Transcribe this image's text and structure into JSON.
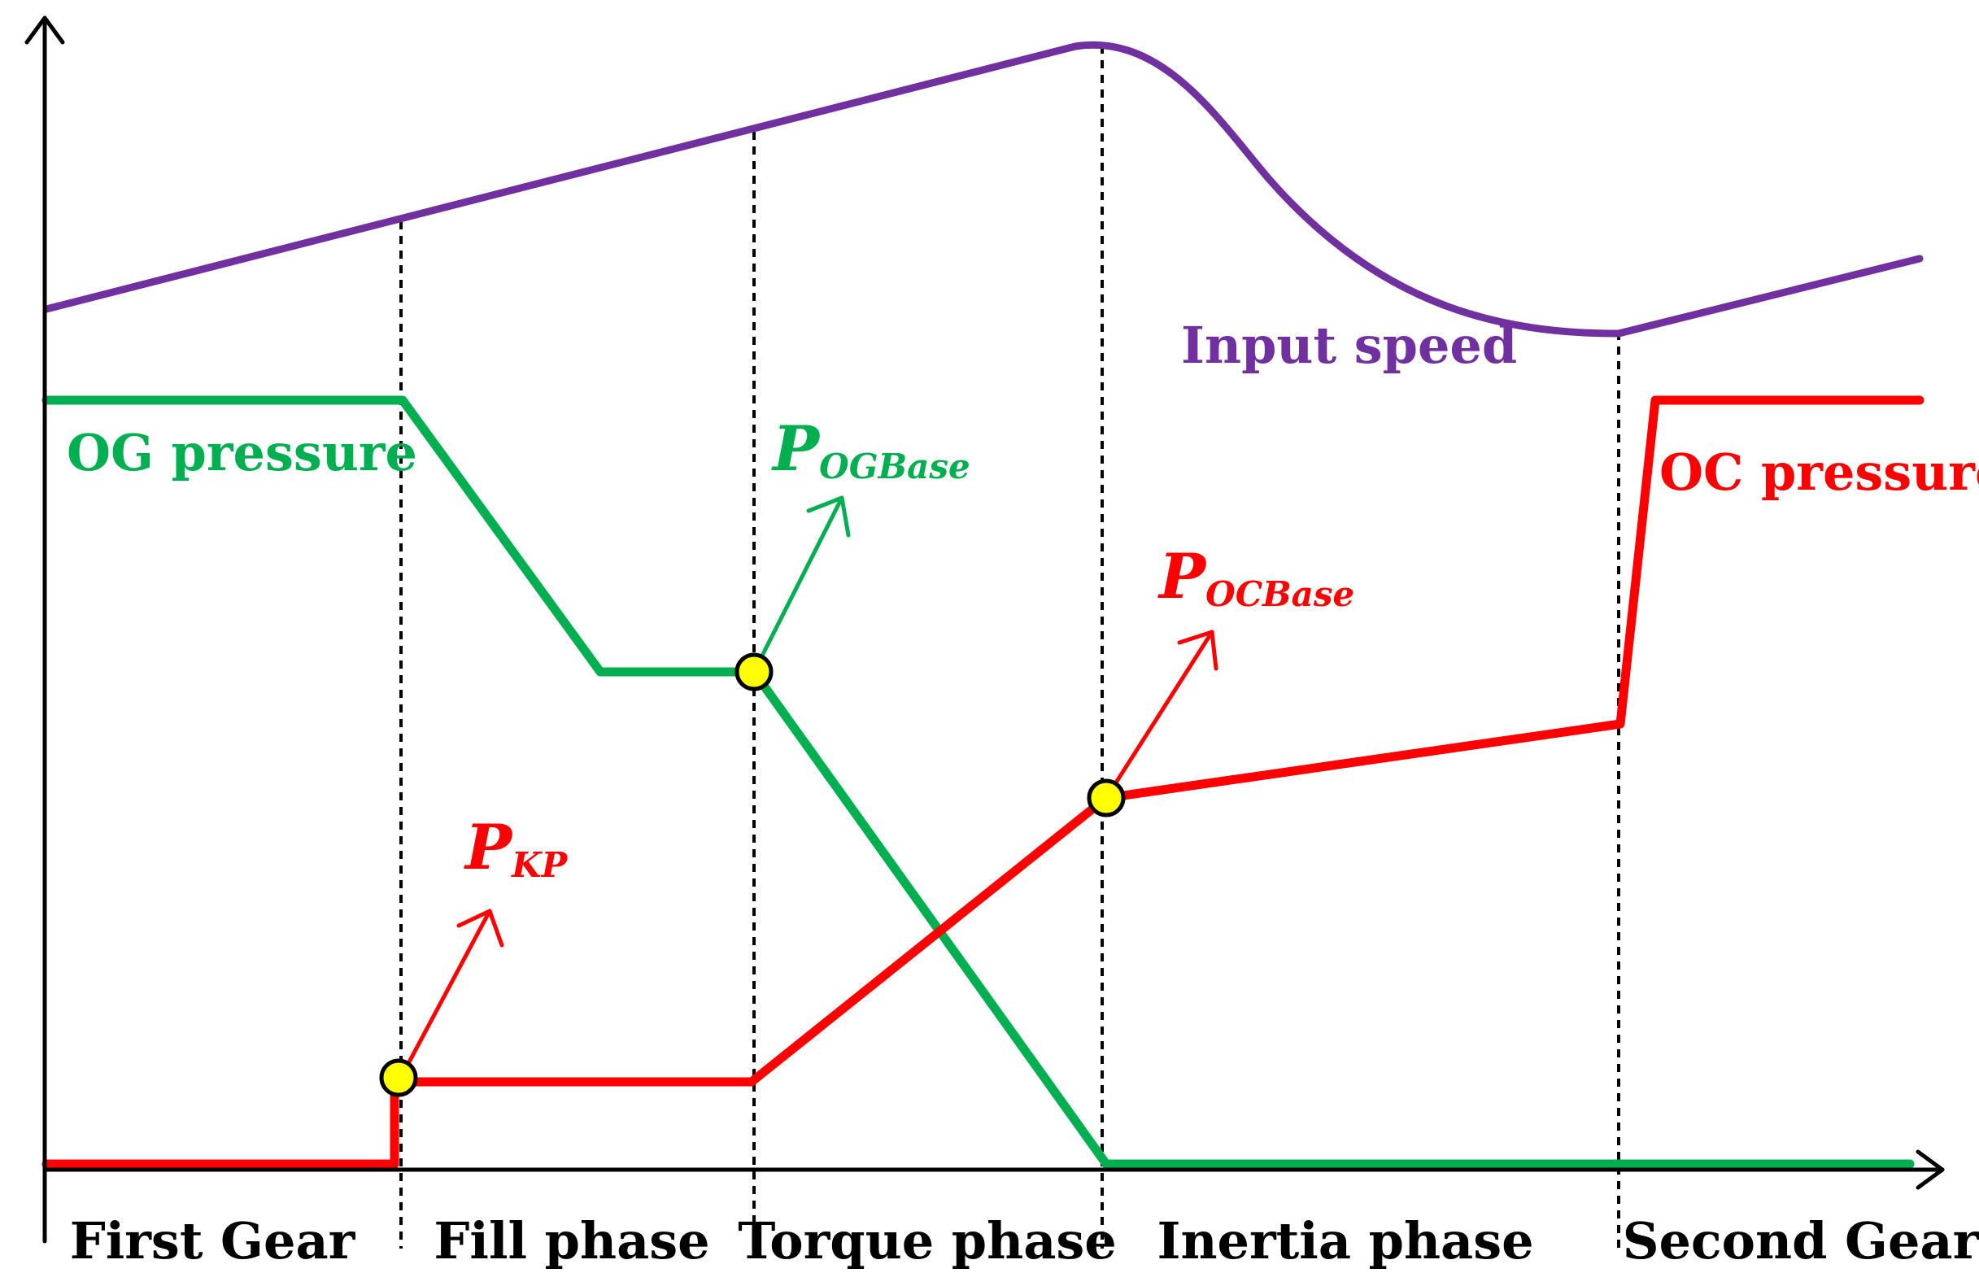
{
  "colors": {
    "input_speed": "#7030A0",
    "og_pressure": "#00B050",
    "oc_pressure": "#FF0000",
    "marker_fill": "#FFFF00",
    "axis": "#000000"
  },
  "labels": {
    "input_speed": "Input speed",
    "og_pressure": "OG pressure",
    "oc_pressure": "OC pressure"
  },
  "points": {
    "kp": {
      "main": "P",
      "sub": "KP"
    },
    "og_base": {
      "main": "P",
      "sub": "OGBase"
    },
    "oc_base": {
      "main": "P",
      "sub": "OCBase"
    }
  },
  "phases": [
    {
      "label": "First Gear"
    },
    {
      "label": "Fill phase"
    },
    {
      "label": "Torque phase"
    },
    {
      "label": "Inertia phase"
    },
    {
      "label": "Second Gear"
    }
  ]
}
